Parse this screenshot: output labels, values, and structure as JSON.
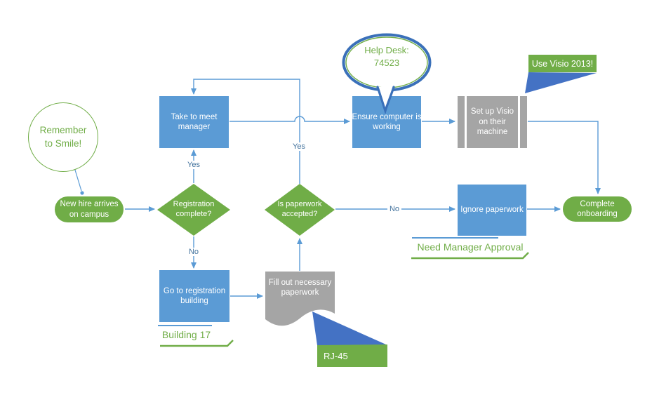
{
  "colors": {
    "node_blue": "#5B9BD5",
    "node_green": "#70AD47",
    "node_gray": "#A5A5A5",
    "connector_blue": "#5B9BD5",
    "edge_label_blue": "#41719C",
    "callout_blue": "#4472C4",
    "bubble_border_blue": "#3A70B9"
  },
  "nodes": {
    "remember": {
      "lines": [
        "Remember",
        "to Smile!"
      ]
    },
    "new_hire": {
      "lines": [
        "New hire arrives",
        "on campus"
      ]
    },
    "registration": {
      "lines": [
        "Registration",
        "complete?"
      ]
    },
    "take_manager": {
      "lines": [
        "Take to meet",
        "manager"
      ]
    },
    "go_registration": {
      "lines": [
        "Go to registration",
        "building"
      ]
    },
    "fill_paperwork": {
      "lines": [
        "Fill out necessary",
        "paperwork"
      ]
    },
    "paperwork_accepted": {
      "lines": [
        "Is paperwork",
        "accepted?"
      ]
    },
    "ensure_computer": {
      "lines": [
        "Ensure computer is",
        "working"
      ]
    },
    "setup_visio": {
      "lines": [
        "Set up Visio",
        "on their",
        "machine"
      ]
    },
    "ignore_paperwork": {
      "label": "Ignore paperwork"
    },
    "complete_onboarding": {
      "lines": [
        "Complete",
        "onboarding"
      ]
    }
  },
  "callouts": {
    "help_desk": {
      "lines": [
        "Help Desk:",
        "74523"
      ]
    },
    "use_visio": {
      "label": "Use Visio 2013!"
    },
    "rj45": {
      "label": "RJ-45"
    }
  },
  "notes": {
    "building": {
      "label": "Building 17"
    },
    "approval": {
      "label": "Need Manager Approval"
    }
  },
  "edge_labels": {
    "registration_yes": "Yes",
    "registration_no": "No",
    "paperwork_yes": "Yes",
    "paperwork_no": "No"
  }
}
